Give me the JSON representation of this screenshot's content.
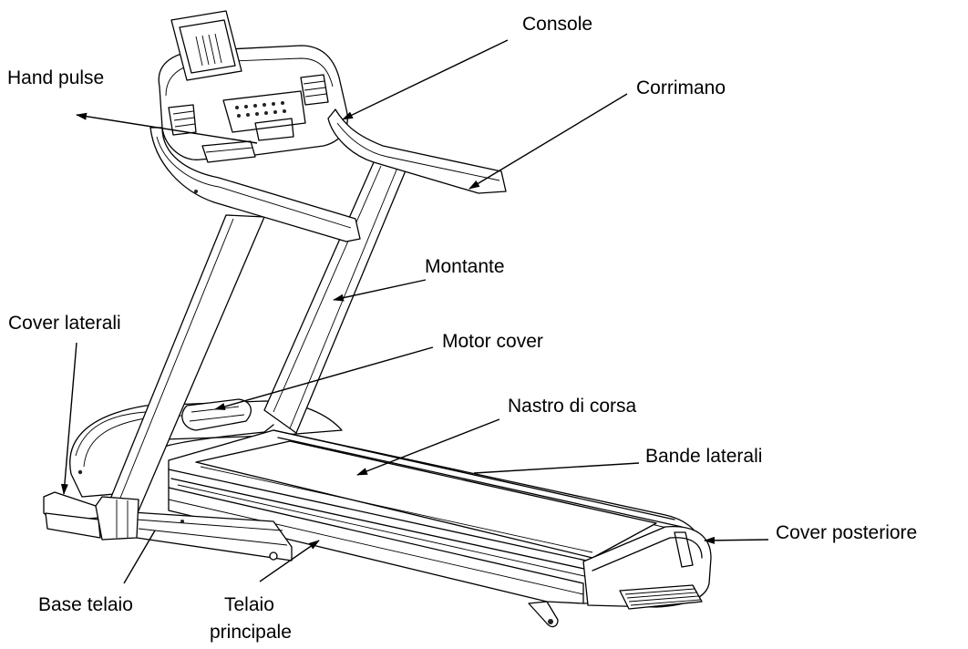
{
  "labels": {
    "console": "Console",
    "hand_pulse": "Hand pulse",
    "corrimano": "Corrimano",
    "montante": "Montante",
    "cover_laterali": "Cover laterali",
    "motor_cover": "Motor cover",
    "nastro_di_corsa": "Nastro di corsa",
    "bande_laterali": "Bande laterali",
    "cover_posteriore": "Cover posteriore",
    "base_telaio": "Base telaio",
    "telaio_line1": "Telaio",
    "telaio_line2": "principale"
  }
}
